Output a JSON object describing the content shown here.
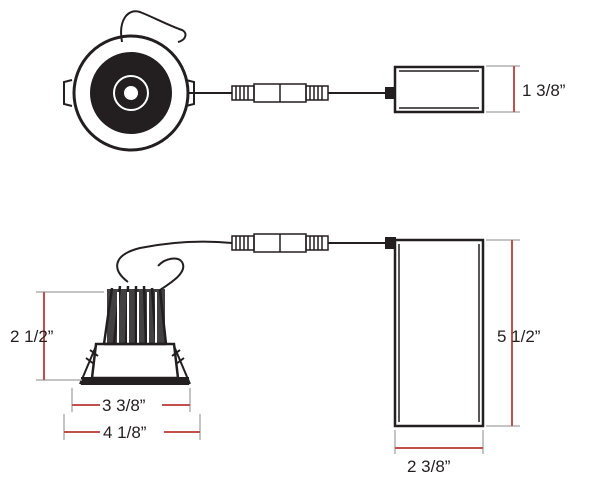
{
  "dimensions": {
    "driver_height_top": "1 3/8”",
    "fixture_height": "2 1/2”",
    "driver_height_side": "5 1/2”",
    "cutout_diameter": "3 3/8”",
    "trim_diameter": "4 1/8”",
    "driver_width": "2 3/8”"
  },
  "colors": {
    "line": "#231f20",
    "dim_red": "#c0504d",
    "dim_gray": "#b0b0b0"
  }
}
